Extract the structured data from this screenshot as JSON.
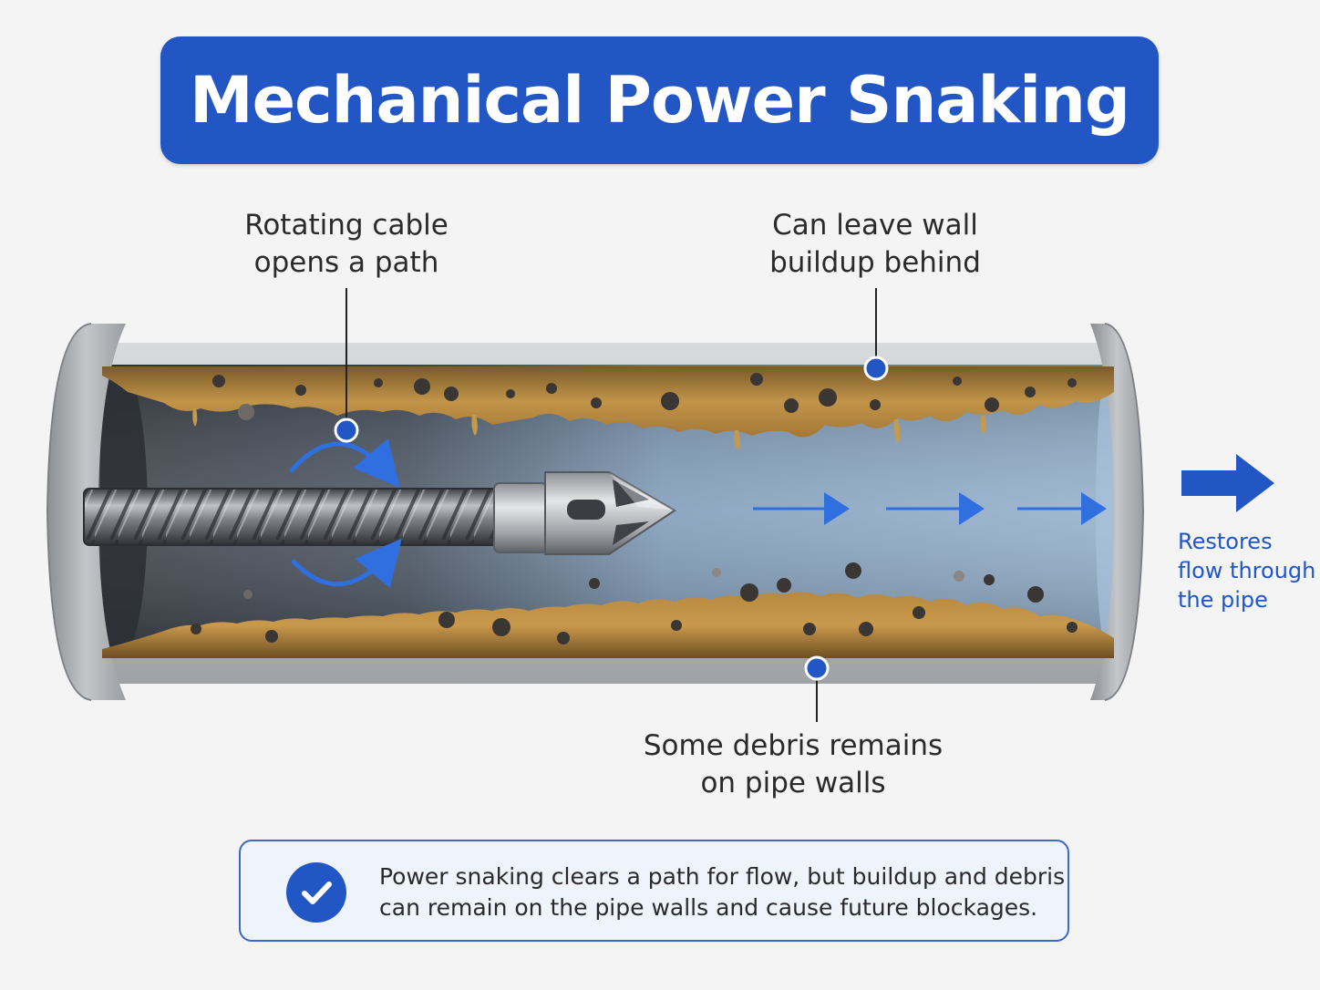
{
  "title": "Mechanical Power Snaking",
  "callouts": {
    "cable": {
      "lines": [
        "Rotating cable",
        "opens a path"
      ]
    },
    "buildup": {
      "lines": [
        "Can leave wall",
        "buildup behind"
      ]
    },
    "debris": {
      "lines": [
        "Some debris remains",
        "on pipe walls"
      ]
    }
  },
  "flow_label": {
    "lines": [
      "Restores",
      "flow through",
      "the pipe"
    ]
  },
  "summary": {
    "lines": [
      "Power snaking clears a path for flow, but buildup and debris",
      "can remain on the pipe walls and cause future blockages."
    ],
    "icon": "check-circle-icon"
  },
  "colors": {
    "accent_blue": "#2156c4",
    "sludge": "#b9893e",
    "pipe_gray": "#b3b6ba",
    "water": "#8fa9c4"
  }
}
